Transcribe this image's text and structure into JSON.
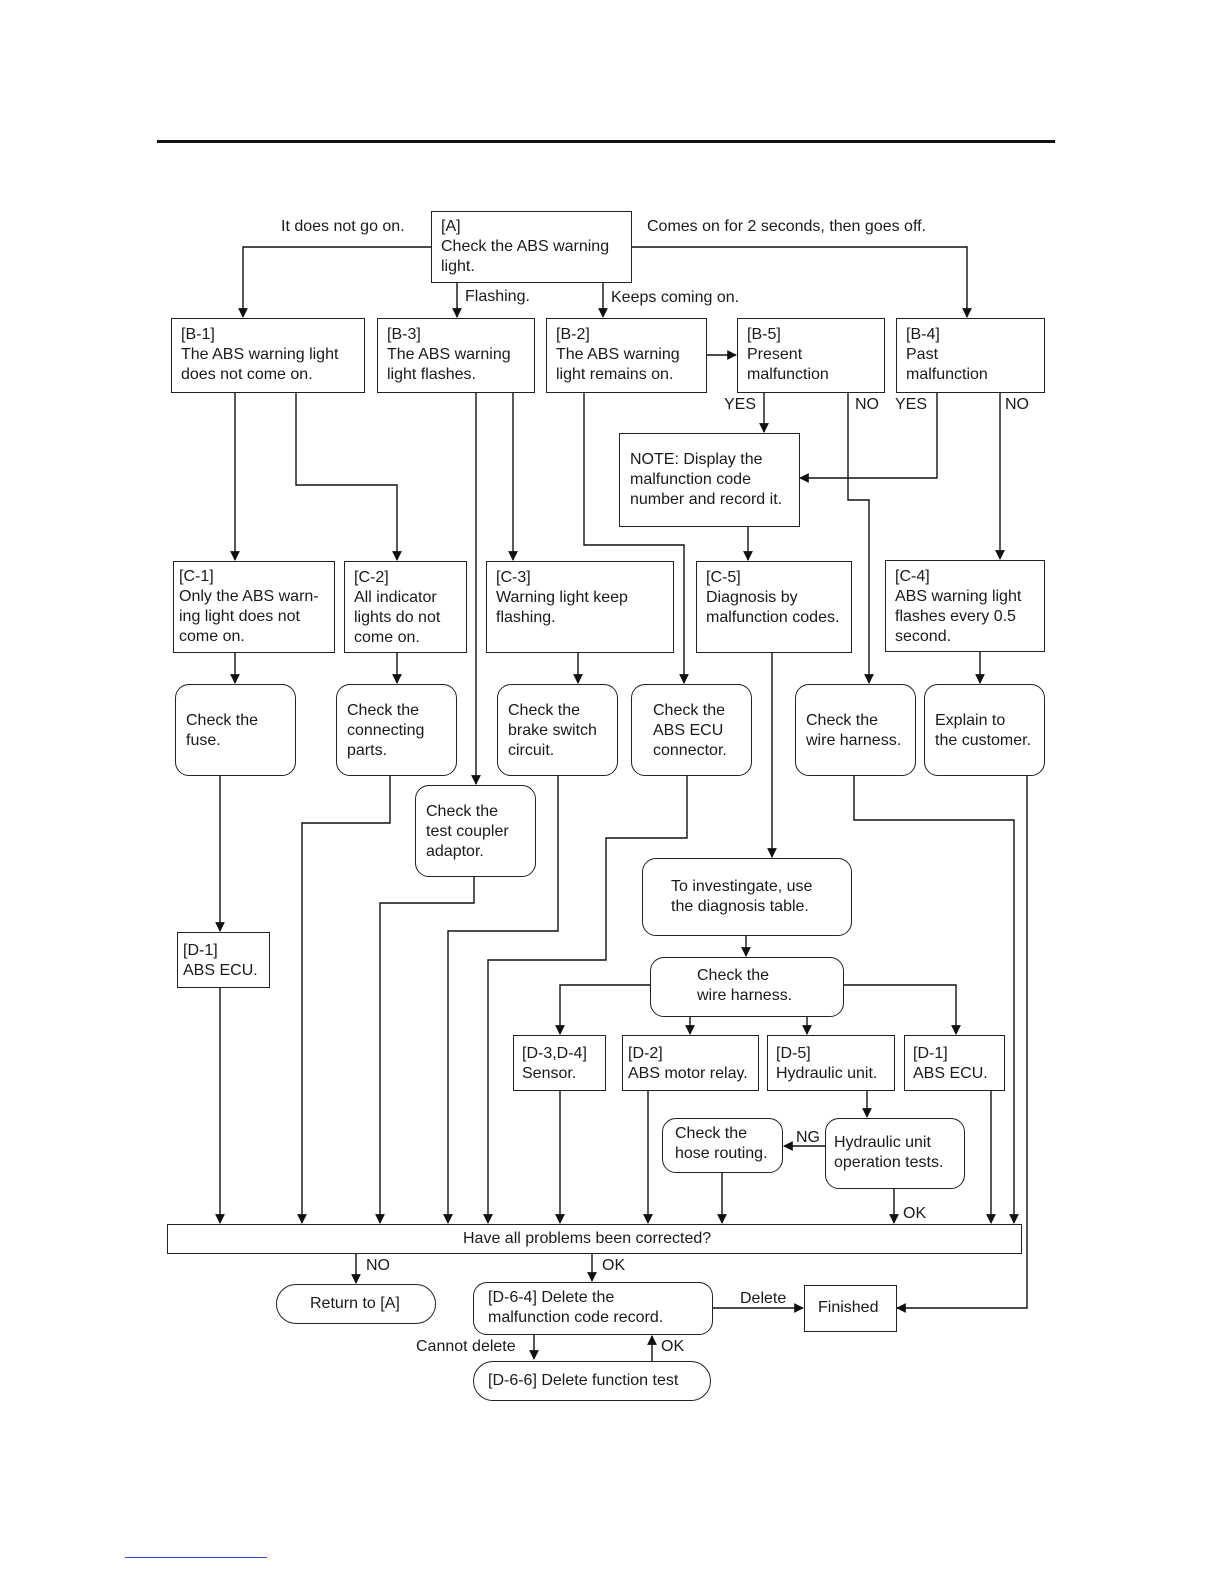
{
  "nodes": {
    "A": "[A]\nCheck the ABS warning\nlight.",
    "B1": "[B-1]\nThe ABS warning light\ndoes not come on.",
    "B3": "[B-3]\nThe ABS warning\nlight flashes.",
    "B2": "[B-2]\nThe ABS warning\nlight remains on.",
    "B5": "[B-5]\nPresent\nmalfunction",
    "B4": "[B-4]\nPast\nmalfunction",
    "note": "NOTE: Display the\nmalfunction code\nnumber and record it.",
    "C1": "[C-1]\nOnly the ABS warn-\ning light does not\ncome on.",
    "C2": "[C-2]\nAll indicator\nlights do not\ncome on.",
    "C3": "[C-3]\nWarning light keep\nflashing.",
    "C5": "[C-5]\nDiagnosis by\nmalfunction codes.",
    "C4": "[C-4]\nABS warning light\nflashes every 0.5\nsecond.",
    "check_fuse": "Check the\nfuse.",
    "check_connecting": "Check the\nconnecting\nparts.",
    "check_brake_switch": "Check the\nbrake switch\ncircuit.",
    "check_ecu_connector": "Check the\nABS ECU\nconnector.",
    "check_wire_harness_1": "Check the\nwire harness.",
    "explain_customer": "Explain to\nthe customer.",
    "check_test_coupler": "Check the\ntest coupler\nadaptor.",
    "investigate": "To investingate, use\nthe diagnosis table.",
    "check_wire_harness_2": "Check the\nwire harness.",
    "D1_left": "[D-1]\nABS ECU.",
    "D34": "[D-3,D-4]\nSensor.",
    "D2": "[D-2]\nABS motor relay.",
    "D5": "[D-5]\nHydraulic unit.",
    "D1_right": "[D-1]\nABS ECU.",
    "check_hose": "Check the\nhose routing.",
    "hydraulic_tests": "Hydraulic unit\noperation tests.",
    "all_corrected": "Have all problems been corrected?",
    "return_a": "Return to [A]",
    "delete_record": "[D-6-4] Delete the\nmalfunction code record.",
    "finished": "Finished",
    "delete_test": "[D-6-6] Delete function test"
  },
  "labels": {
    "not_on": "It does not go on.",
    "comes_on_2s": "Comes on for 2 seconds, then goes off.",
    "flashing": "Flashing.",
    "keeps_on": "Keeps coming on.",
    "b5_yes": "YES",
    "b5_no": "NO",
    "b4_yes": "YES",
    "b4_no": "NO",
    "ng": "NG",
    "ok_hydraulic": "OK",
    "no_corrected": "NO",
    "ok_corrected": "OK",
    "delete": "Delete",
    "cannot_delete": "Cannot delete",
    "ok_delete_test": "OK"
  }
}
